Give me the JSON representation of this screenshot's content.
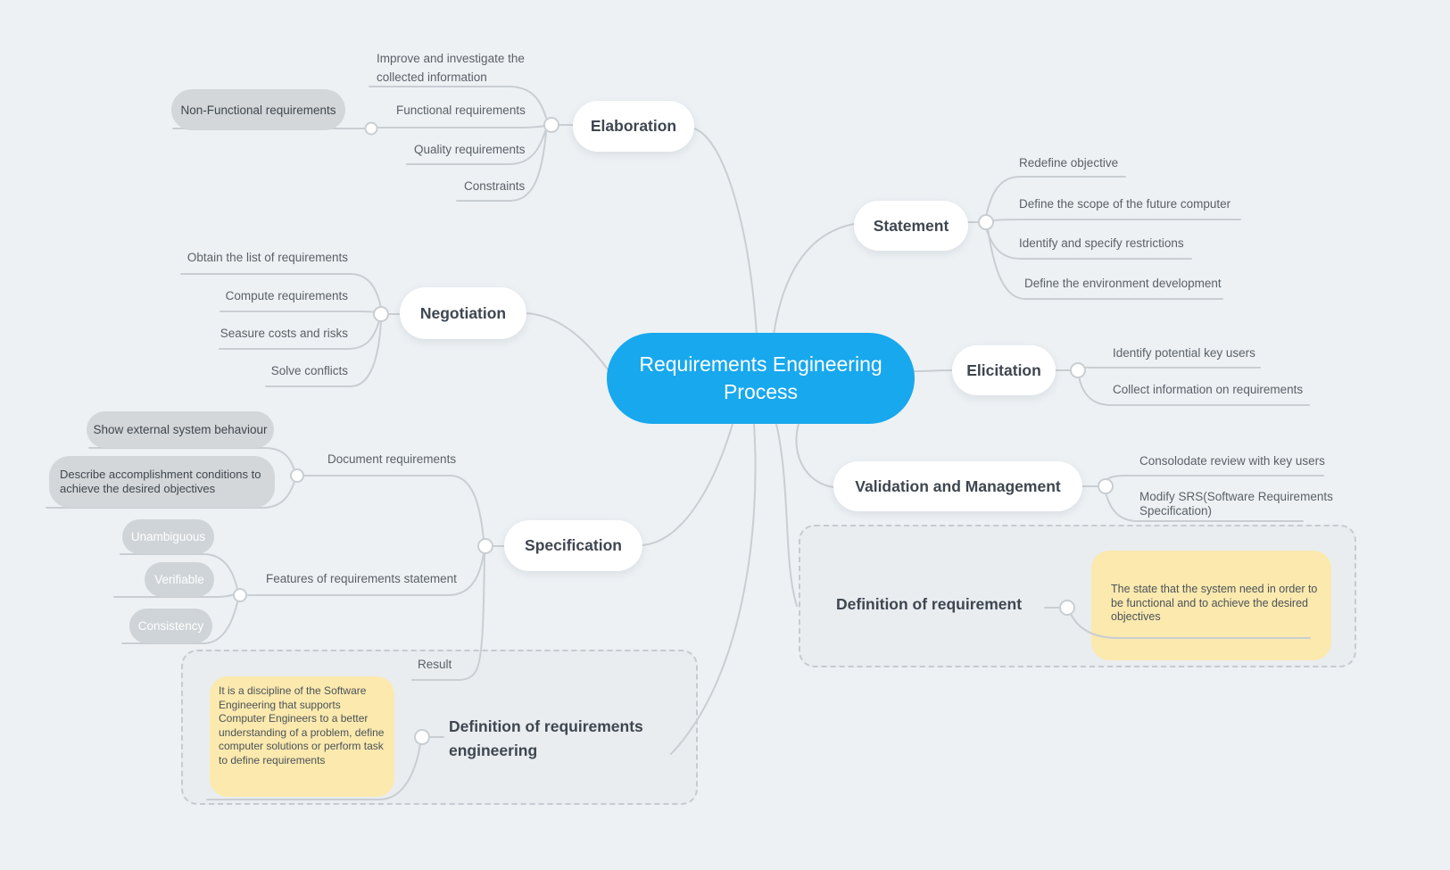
{
  "colors": {
    "background": "#edf1f4",
    "central_blue": "#18a8ee",
    "connector_gray": "#c9ced3",
    "pill_white": "#ffffff",
    "pill_gray": "#d3d7da",
    "note_yellow": "#fbe9ae",
    "group_fill": "#e9edf0",
    "text_dark": "#3e4650",
    "text_sub": "#5a6168"
  },
  "central": {
    "label": "Requirements Engineering Process"
  },
  "branches": {
    "elaboration": {
      "label": "Elaboration",
      "children": [
        "Improve and investigate the collected information",
        "Functional requirements",
        "Quality requirements",
        "Constraints"
      ],
      "functional_child": "Non-Functional requirements"
    },
    "statement": {
      "label": "Statement",
      "children": [
        "Redefine objective",
        "Define the scope of the future computer",
        "Identify and specify restrictions",
        "Define the environment development"
      ]
    },
    "negotiation": {
      "label": "Negotiation",
      "children": [
        "Obtain the list of requirements",
        "Compute requirements",
        "Seasure costs and risks",
        "Solve conflicts"
      ]
    },
    "elicitation": {
      "label": "Elicitation",
      "children": [
        "Identify potential key users",
        "Collect information on requirements"
      ]
    },
    "validation": {
      "label": "Validation and Management",
      "children": [
        "Consolodate review with key users",
        "Modify SRS(Software Requirements Specification)"
      ]
    },
    "specification": {
      "label": "Specification",
      "document": {
        "label": "Document requirements",
        "children": [
          "Show external system behaviour",
          "Describe accomplishment conditions  to achieve the desired objectives"
        ]
      },
      "features": {
        "label": "Features of requirements statement",
        "children": [
          "Unambiguous",
          "Verifiable",
          "Consistency"
        ]
      },
      "result_label": "Result"
    },
    "definition_of_requirement": {
      "label": "Definition of requirement",
      "note": "The state that the system need in order to be functional and to achieve the desired objectives"
    },
    "definition_of_requirements_engineering": {
      "label": "Definition of requirements engineering",
      "note": "It is a discipline of the Software Engineering that supports Computer Engineers to a better understanding of a problem, define computer solutions or perform task to define requirements"
    }
  }
}
